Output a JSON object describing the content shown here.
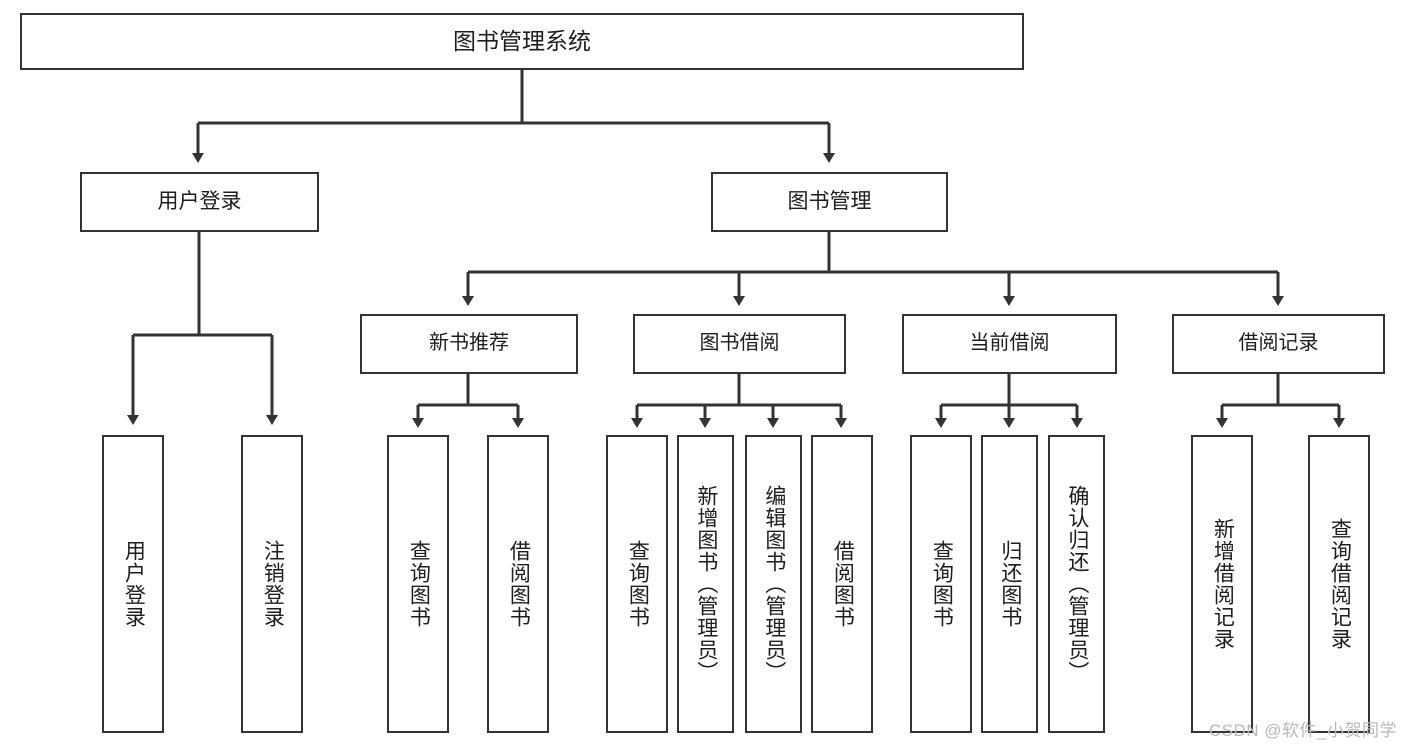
{
  "diagram": {
    "title": "图书管理系统",
    "type": "tree-structure-chart",
    "colors": {
      "background": "#ffffff",
      "box_border": "#333333",
      "box_fill": "#ffffff",
      "connector": "#333333",
      "text": "#1d1d1d",
      "watermark": "#b9b9b9"
    }
  },
  "root": {
    "label": "图书管理系统"
  },
  "level1": [
    {
      "label": "用户登录"
    },
    {
      "label": "图书管理"
    }
  ],
  "level2": [
    {
      "label": "新书推荐"
    },
    {
      "label": "图书借阅"
    },
    {
      "label": "当前借阅"
    },
    {
      "label": "借阅记录"
    }
  ],
  "leaves": {
    "user_login": [
      {
        "label": "用户登录"
      },
      {
        "label": "注销登录"
      }
    ],
    "new_book_recommend": [
      {
        "label": "查询图书"
      },
      {
        "label": "借阅图书"
      }
    ],
    "book_borrow": [
      {
        "label": "查询图书"
      },
      {
        "label": "新增图书（管理员）"
      },
      {
        "label": "编辑图书（管理员）"
      },
      {
        "label": "借阅图书"
      }
    ],
    "current_borrow": [
      {
        "label": "查询图书"
      },
      {
        "label": "归还图书"
      },
      {
        "label": "确认归还（管理员）"
      }
    ],
    "borrow_record": [
      {
        "label": "新增借阅记录"
      },
      {
        "label": "查询借阅记录"
      }
    ]
  },
  "watermark": {
    "text": "CSDN @软件_小贺同学"
  }
}
